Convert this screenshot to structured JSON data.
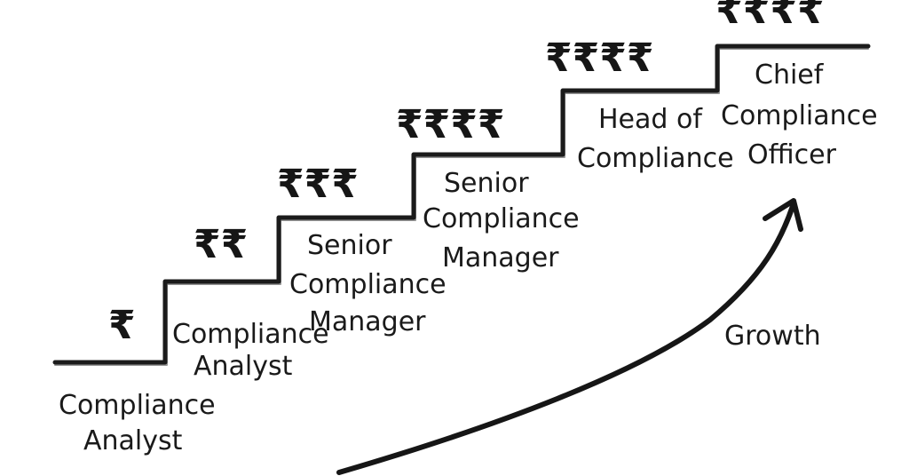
{
  "steps": [
    {
      "label_lines": [
        "Compliance",
        "Analyst"
      ],
      "rupees": "₹"
    },
    {
      "label_lines": [
        "Compliance",
        "Analyst"
      ],
      "rupees": "₹₹"
    },
    {
      "label_lines": [
        "Senior",
        "Compliance",
        "Manager"
      ],
      "rupees": "₹₹₹"
    },
    {
      "label_lines": [
        "Senior",
        "Compliance",
        "Manager"
      ],
      "rupees": "₹₹₹₹"
    },
    {
      "label_lines": [
        "Head of",
        "Compliance"
      ],
      "rupees": "₹₹₹₹"
    },
    {
      "label_lines": [
        "Chief",
        "Compliance",
        "Officer"
      ],
      "rupees": "₹₹₹₹"
    }
  ],
  "growth_label": "Growth",
  "icons": {
    "arrow": "curved-up-arrow-icon",
    "stairs": "staircase"
  },
  "colors": {
    "ink": "#1a1a1a",
    "background": "#ffffff"
  }
}
